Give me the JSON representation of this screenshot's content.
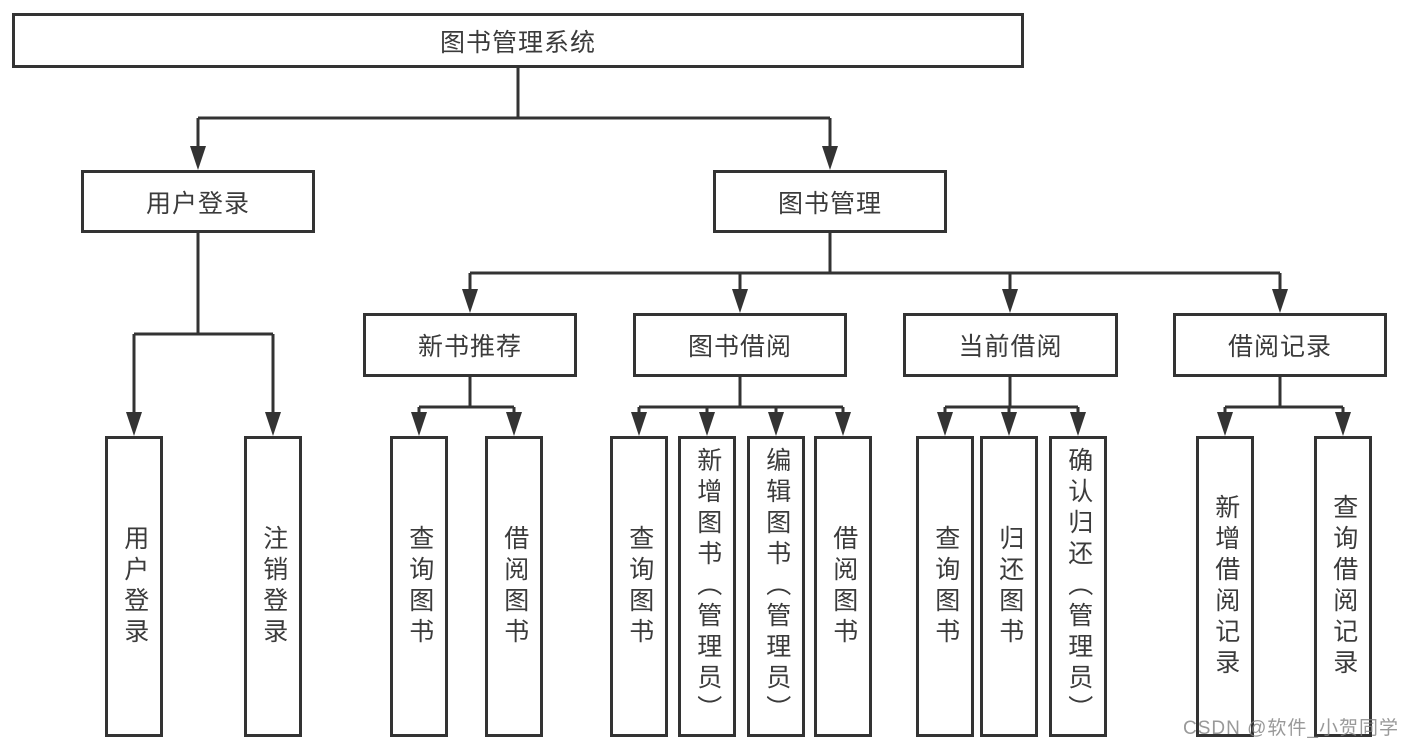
{
  "tree": {
    "label": "图书管理系统",
    "children": [
      {
        "label": "用户登录",
        "children": [
          {
            "label": "用户登录"
          },
          {
            "label": "注销登录"
          }
        ]
      },
      {
        "label": "图书管理",
        "children": [
          {
            "label": "新书推荐",
            "children": [
              {
                "label": "查询图书"
              },
              {
                "label": "借阅图书"
              }
            ]
          },
          {
            "label": "图书借阅",
            "children": [
              {
                "label": "查询图书"
              },
              {
                "label": "新增图书（管理员）"
              },
              {
                "label": "编辑图书（管理员）"
              },
              {
                "label": "借阅图书"
              }
            ]
          },
          {
            "label": "当前借阅",
            "children": [
              {
                "label": "查询图书"
              },
              {
                "label": "归还图书"
              },
              {
                "label": "确认归还（管理员）"
              }
            ]
          },
          {
            "label": "借阅记录",
            "children": [
              {
                "label": "新增借阅记录"
              },
              {
                "label": "查询借阅记录"
              }
            ]
          }
        ]
      }
    ]
  },
  "watermark": "CSDN @软件_小贺同学",
  "colors": {
    "line": "#333333",
    "text": "#3b3b3b",
    "background": "#ffffff",
    "watermark": "#808080"
  }
}
